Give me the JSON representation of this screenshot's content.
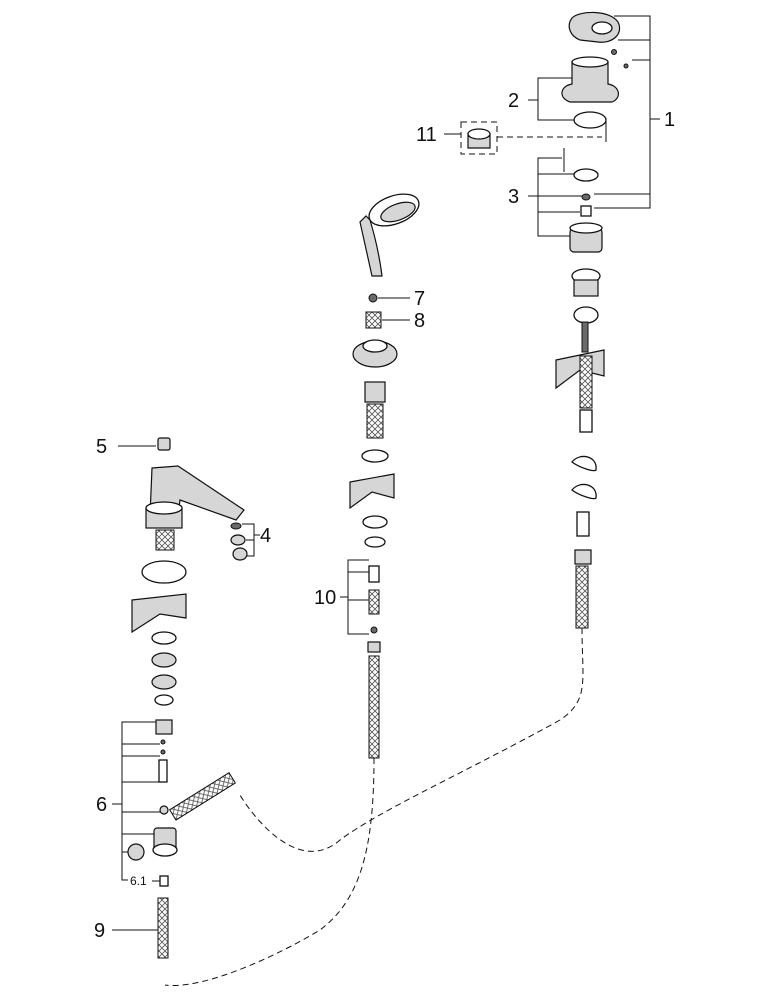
{
  "labels": {
    "l1": "1",
    "l2": "2",
    "l3": "3",
    "l4": "4",
    "l5": "5",
    "l6": "6",
    "l6_1": "6.1",
    "l7": "7",
    "l8": "8",
    "l9": "9",
    "l10": "10",
    "l11": "11"
  },
  "colors": {
    "line": "#111111",
    "part_fill": "#ffffff",
    "shade": "#d6d6d6",
    "dark": "#6a6a6a"
  }
}
